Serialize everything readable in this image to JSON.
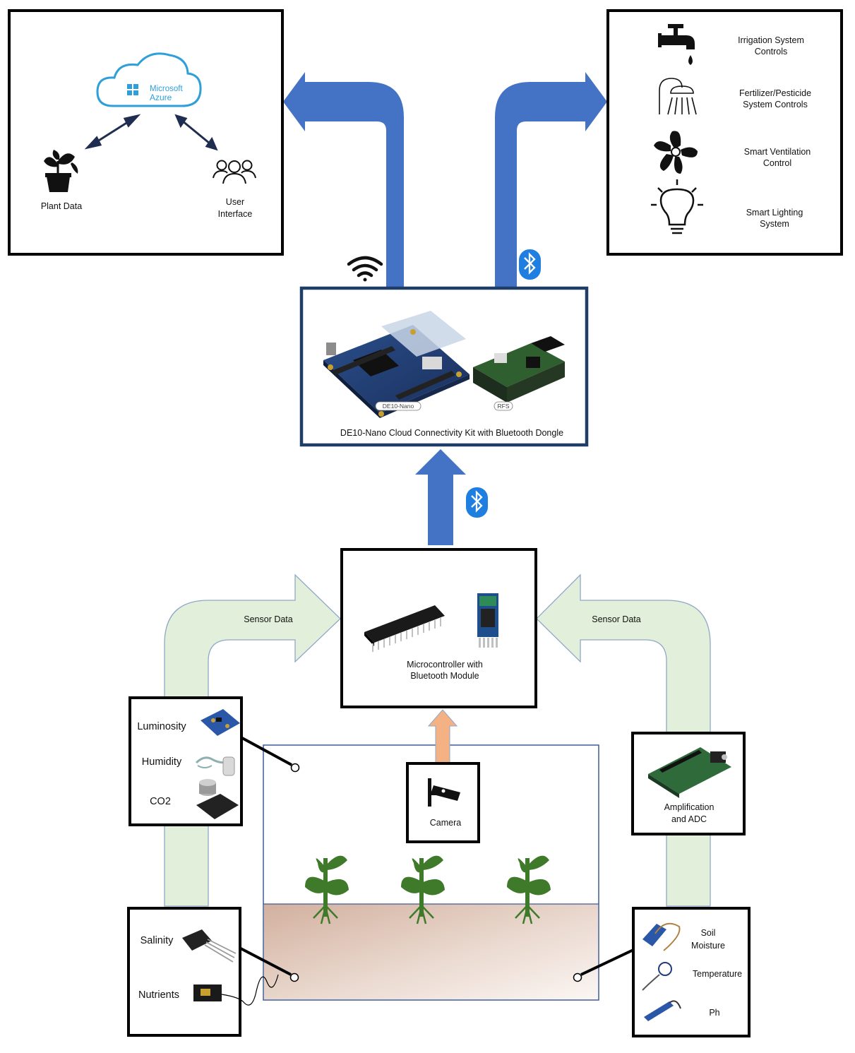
{
  "cloud_panel": {
    "cloud_line1": "Microsoft",
    "cloud_line2": "Azure",
    "plant_data": "Plant Data",
    "user_interface_line1": "User",
    "user_interface_line2": "Interface"
  },
  "controls_panel": {
    "irrigation_line1": "Irrigation System",
    "irrigation_line2": "Controls",
    "fertilizer_line1": "Fertilizer/Pesticide",
    "fertilizer_line2": "System Controls",
    "ventilation_line1": "Smart Ventilation",
    "ventilation_line2": "Control",
    "lighting_line1": "Smart Lighting",
    "lighting_line2": "System"
  },
  "de10_panel": {
    "caption": "DE10-Nano Cloud Connectivity Kit with Bluetooth Dongle",
    "board_tag": "DE10-Nano",
    "rfs_tag": "RFS"
  },
  "microcontroller_panel": {
    "line1": "Microcontroller with",
    "line2": "Bluetooth Module"
  },
  "arrows": {
    "sensor_data_left": "Sensor Data",
    "sensor_data_right": "Sensor Data"
  },
  "air_sensors": {
    "luminosity": "Luminosity",
    "humidity": "Humidity",
    "co2": "CO2"
  },
  "soil_sensors_left": {
    "salinity": "Salinity",
    "nutrients": "Nutrients"
  },
  "camera_panel": {
    "label": "Camera"
  },
  "adc_panel": {
    "line1": "Amplification",
    "line2": "and ADC"
  },
  "soil_sensors_right": {
    "soil_line1": "Soil",
    "soil_line2": "Moisture",
    "temperature": "Temperature",
    "ph": "Ph"
  },
  "colors": {
    "blue_arrow": "#4472C4",
    "green_arrow": "#E2EFDA",
    "orange_arrow": "#F4B183",
    "soil": "#D9B8A6",
    "plant": "#3E7A2A",
    "azure": "#2E9FD8"
  }
}
